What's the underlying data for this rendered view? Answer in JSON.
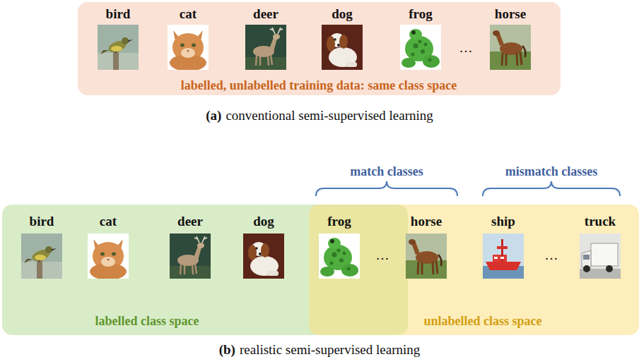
{
  "diagram": {
    "nodes": [
      {
        "text": [
          "bird",
          "cat",
          "deer",
          "dog",
          "frog",
          "…",
          "horse",
          "labelled, unlabelled training data: same class space"
        ]
      },
      {
        "text": [
          "bird",
          "cat",
          "deer",
          "dog",
          "labelled class space"
        ]
      },
      {
        "text": [
          "frog",
          "…",
          "horse",
          "ship",
          "…",
          "truck",
          "unlabelled class space"
        ]
      }
    ],
    "labels": [
      "(a)",
      "conventional semi-supervised learning",
      "match classes",
      "mismatch classes",
      "(b)",
      "realistic semi-supervised learning"
    ]
  }
}
